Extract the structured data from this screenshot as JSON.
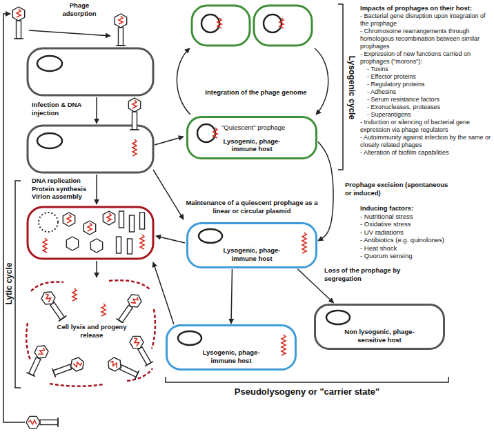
{
  "diagram": {
    "nodes": [
      {
        "text": [
          "\"Quiescent\" prophage",
          "Lysogenic, phage-immune host"
        ]
      },
      {
        "text": [
          "Lysogenic, phage-immune host"
        ]
      },
      {
        "text": [
          "Non lysogenic, phage-sensitive host"
        ]
      },
      {
        "text": [
          "Lysogenic, phage-immune host"
        ]
      }
    ],
    "edges": [
      {
        "from": 0,
        "to": 1,
        "arrow": "to",
        "label": "Prophage excision (spontaneous or induced)"
      },
      {
        "from": 1,
        "to": 2,
        "arrow": "to",
        "label": "Loss of the prophage by segregation"
      },
      {
        "from": 1,
        "to": 3,
        "arrow": "to"
      }
    ],
    "labels": [
      "Phage adsorption",
      "Infection & DNA injection",
      "DNA replication Protein synthesis Virion assembly",
      "Cell lysis and progeny release",
      "Lytic cycle",
      "Integration of the phage genome",
      "Maintenance of a quiescent prophage as a linear or circular plasmid",
      "Lysogenic cycle",
      "Impacts of prophages on their host:",
      "- Bacterial gene disruption upon integration of the prophage",
      "- Chromosome rearrangements through homologous recombination between similar prophages",
      "- Expression of new functions carried on prophages (\"morons\"):",
      "- Toxins",
      "- Effector proteins",
      "- Regulatory proteins",
      "- Adhesins",
      "- Serum resistance factors",
      "- Exonucleases, proteases",
      "- Superantigens",
      "- Induction or silencing of bacterial gene expression via phage regulators",
      "- Autoimmunity against infection by the same or closely related phages",
      "- Alteration of biofilm capabilities",
      "Inducing factors:",
      "- Nutritional stress",
      "- Oxidative stress",
      "- UV radiations",
      "- Antibiotics (e.g. quinolones)",
      "- Heat shock",
      "- Quorum sensing",
      "Pseudolysogeny or \"carrier state\""
    ]
  }
}
